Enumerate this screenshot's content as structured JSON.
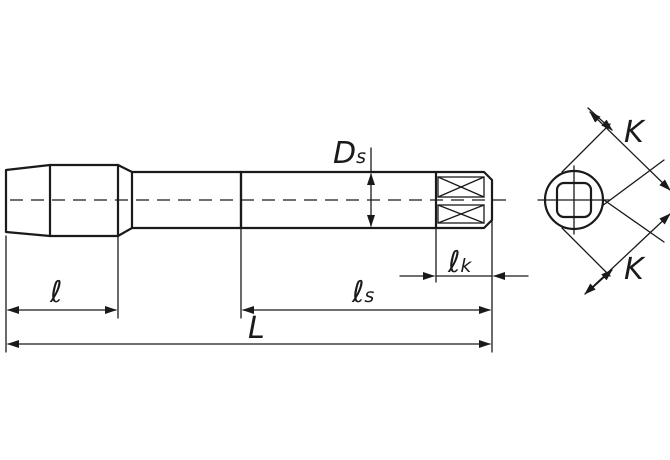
{
  "labels": {
    "overall_length": {
      "main": "L",
      "sub": ""
    },
    "thread_length": {
      "main": "ℓ",
      "sub": ""
    },
    "shank_length": {
      "main": "ℓ",
      "sub": "s"
    },
    "square_length": {
      "main": "ℓ",
      "sub": "k"
    },
    "shank_diameter": {
      "main": "D",
      "sub": "s"
    },
    "square_size_top": {
      "main": "K",
      "sub": ""
    },
    "square_size_bottom": {
      "main": "K",
      "sub": ""
    }
  },
  "colors": {
    "line": "#1a1a1a",
    "background": "#ffffff"
  }
}
